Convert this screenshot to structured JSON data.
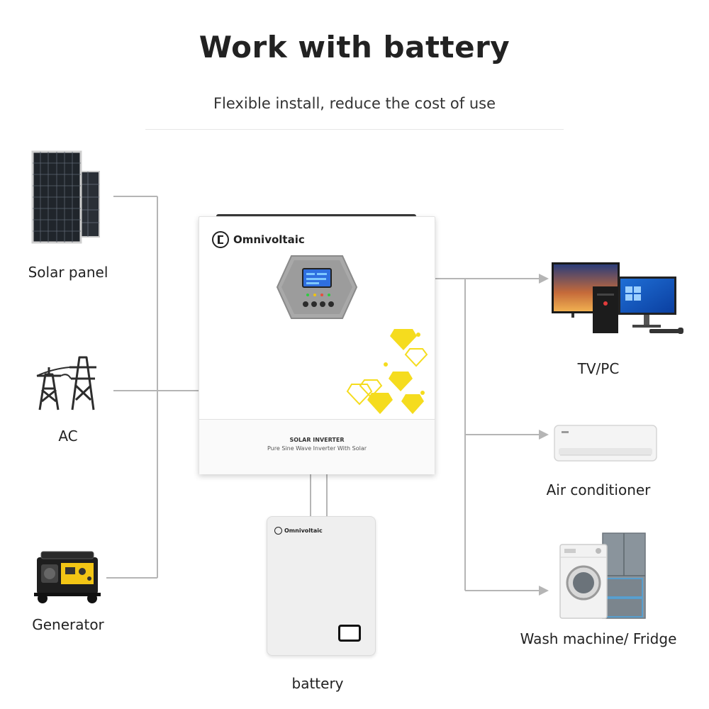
{
  "header": {
    "title": "Work with battery",
    "subtitle": "Flexible install, reduce the cost of use"
  },
  "sources": [
    {
      "label": "Solar panel",
      "icon": "solar-panel-icon"
    },
    {
      "label": "AC",
      "icon": "power-tower-icon"
    },
    {
      "label": "Generator",
      "icon": "generator-icon"
    }
  ],
  "loads": [
    {
      "label": "TV/PC",
      "icon": "tv-pc-icon"
    },
    {
      "label": "Air conditioner",
      "icon": "air-conditioner-icon"
    },
    {
      "label": "Wash machine/ Fridge",
      "icon": "washer-fridge-icon"
    }
  ],
  "inverter": {
    "brand": "Omnivoltaic",
    "product": "SOLAR INVERTER",
    "tagline": "Pure Sine Wave Inverter With Solar"
  },
  "battery": {
    "brand": "Omnivoltaic",
    "label": "battery"
  },
  "colors": {
    "wire": "#b5b5b5",
    "accent_yellow": "#f5dc1e",
    "display_blue": "#2f6fe0",
    "panel_gray": "#8c8c8c"
  }
}
